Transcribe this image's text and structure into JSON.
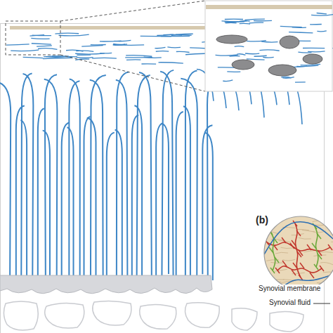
{
  "diagram": {
    "labels": [
      "(b)",
      "Synovial membrane",
      "Synovial fluid"
    ]
  }
}
